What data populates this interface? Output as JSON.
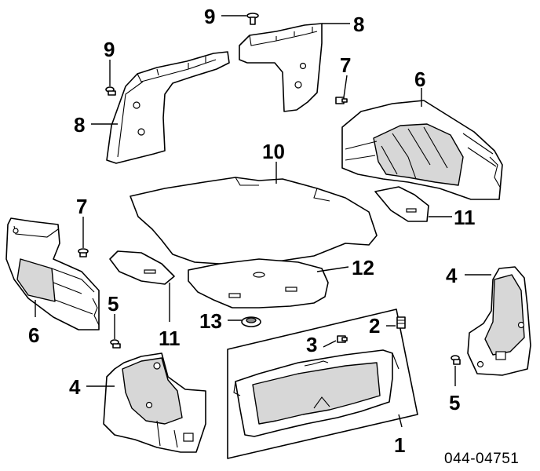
{
  "callouts": {
    "c9_top": "9",
    "c8_top": "8",
    "c9_left": "9",
    "c8_left": "8",
    "c7_right": "7",
    "c6_right": "6",
    "c10": "10",
    "c7_left": "7",
    "c11_right": "11",
    "c6_left": "6",
    "c12": "12",
    "c4_right": "4",
    "c5_left": "5",
    "c11_left": "11",
    "c13": "13",
    "c2": "2",
    "c3": "3",
    "c4_left": "4",
    "c5_right": "5",
    "c1": "1"
  },
  "reference_number": "044-04751"
}
